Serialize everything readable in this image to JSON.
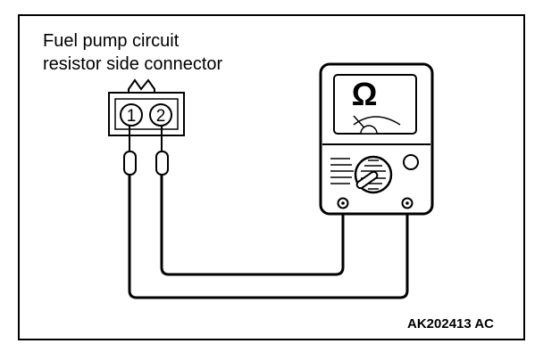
{
  "caption": {
    "line1": "Fuel pump circuit",
    "line2": "resistor side connector"
  },
  "connector": {
    "pin1": "1",
    "pin2": "2"
  },
  "meter": {
    "unit_symbol": "Ω"
  },
  "reference_code": "AK202413 AC"
}
